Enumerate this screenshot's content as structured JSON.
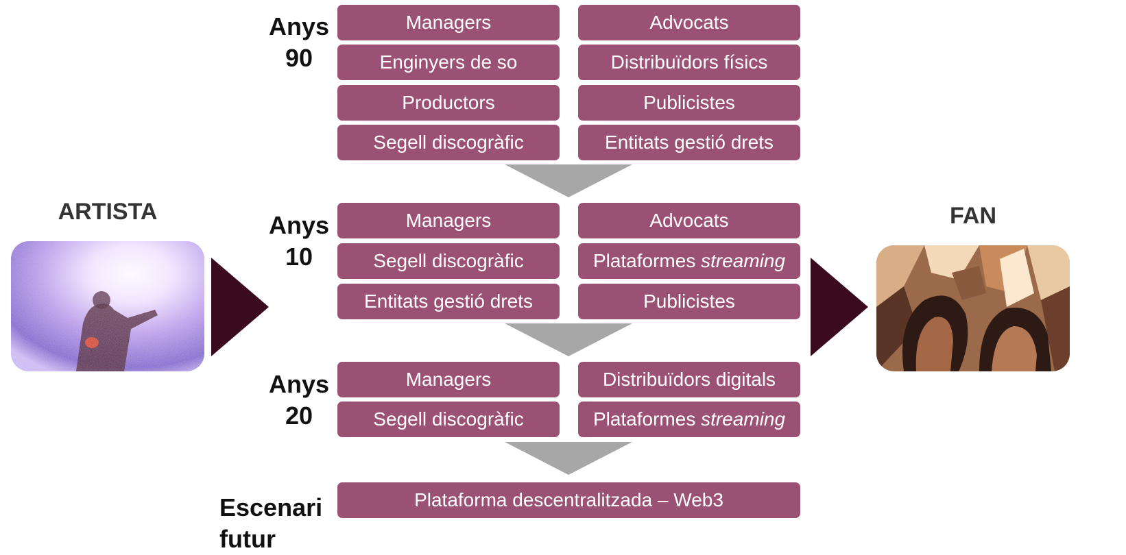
{
  "colors": {
    "box": "#9b5173",
    "arrow_down": "#a7a7a7",
    "arrow_side": "#3a0a1f"
  },
  "artist": {
    "label": "ARTISTA"
  },
  "fan": {
    "label": "FAN"
  },
  "eras": [
    {
      "label_line1": "Anys",
      "label_line2": "90",
      "left": [
        "Managers",
        "Enginyers de so",
        "Productors",
        "Segell discogràfic"
      ],
      "right": [
        "Advocats",
        "Distribuïdors físics",
        "Publicistes",
        "Entitats gestió drets"
      ]
    },
    {
      "label_line1": "Anys",
      "label_line2": "10",
      "left": [
        "Managers",
        "Segell discogràfic",
        "Entitats gestió drets"
      ],
      "right": [
        "Advocats",
        "Plataformes",
        "Publicistes"
      ],
      "right_italic_suffix": [
        "",
        "streaming",
        ""
      ]
    },
    {
      "label_line1": "Anys",
      "label_line2": "20",
      "left": [
        "Managers",
        "Segell discogràfic"
      ],
      "right": [
        "Distribuïdors digitals",
        "Plataformes"
      ],
      "right_italic_suffix": [
        "",
        "streaming"
      ]
    },
    {
      "label_line1": "Escenari",
      "label_line2": "futur",
      "full": "Plataforma descentralitzada – Web3"
    }
  ]
}
